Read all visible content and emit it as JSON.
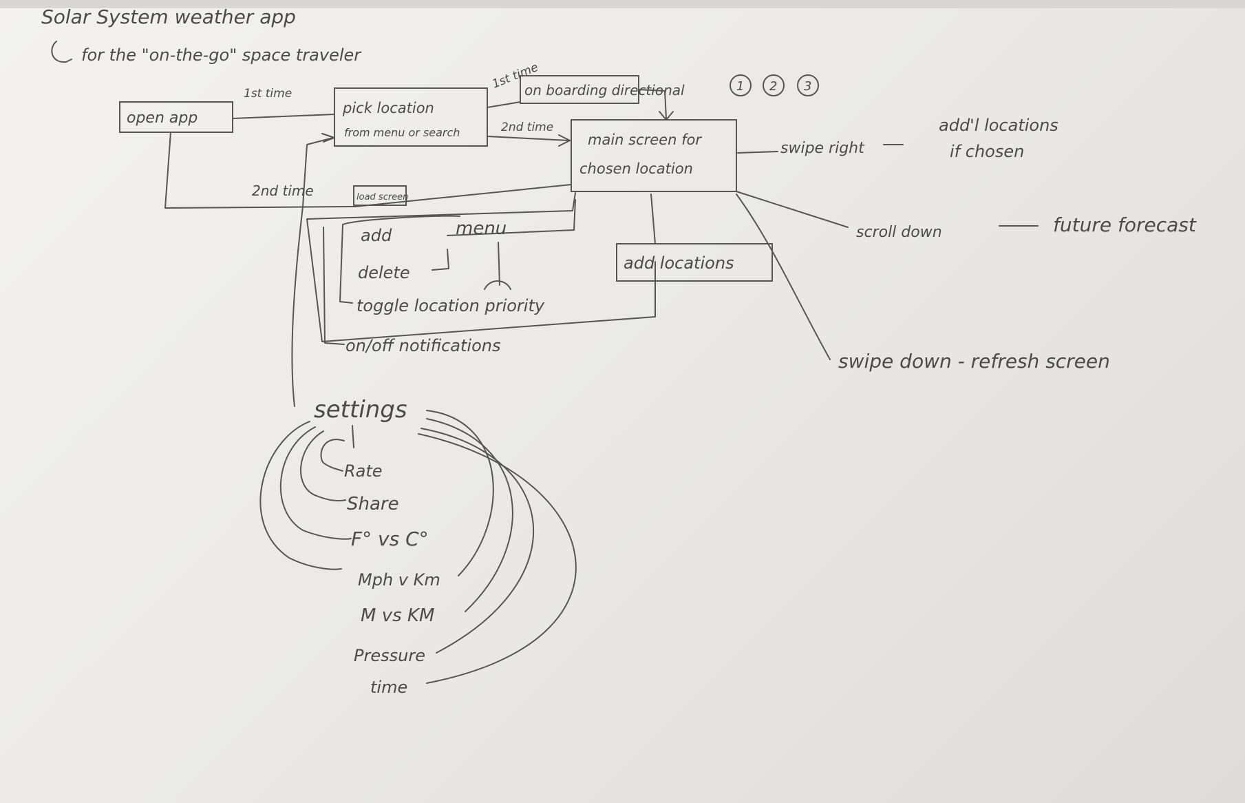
{
  "title": "Solar System weather app",
  "subtitle": "for the \"on-the-go\" space traveler",
  "nodes": {
    "open_app": "open app",
    "pick_location_line1": "pick location",
    "pick_location_line2": "from menu or search",
    "onboarding": "on boarding directional",
    "onboarding_steps": [
      "1",
      "2",
      "3"
    ],
    "main_screen_line1": "main screen for",
    "main_screen_line2": "chosen location",
    "load_screen": "load screen",
    "menu": "menu",
    "add_locations": "add locations",
    "settings": "settings"
  },
  "edge_labels": {
    "first_time_a": "1st time",
    "first_time_b": "1st time",
    "second_time_a": "2nd time",
    "second_time_b": "2nd time"
  },
  "gestures": {
    "swipe_right": "swipe right",
    "swipe_right_result_line1": "add'l locations",
    "swipe_right_result_line2": "if chosen",
    "scroll_down": "scroll down",
    "scroll_down_result": "future forecast",
    "swipe_down": "swipe down - refresh screen"
  },
  "menu_items": [
    "add",
    "delete",
    "toggle location priority",
    "on/off notifications"
  ],
  "settings_items": [
    "Rate",
    "Share",
    "F° vs C°",
    "Mph v Km",
    "M vs KM",
    "Pressure",
    "time"
  ]
}
